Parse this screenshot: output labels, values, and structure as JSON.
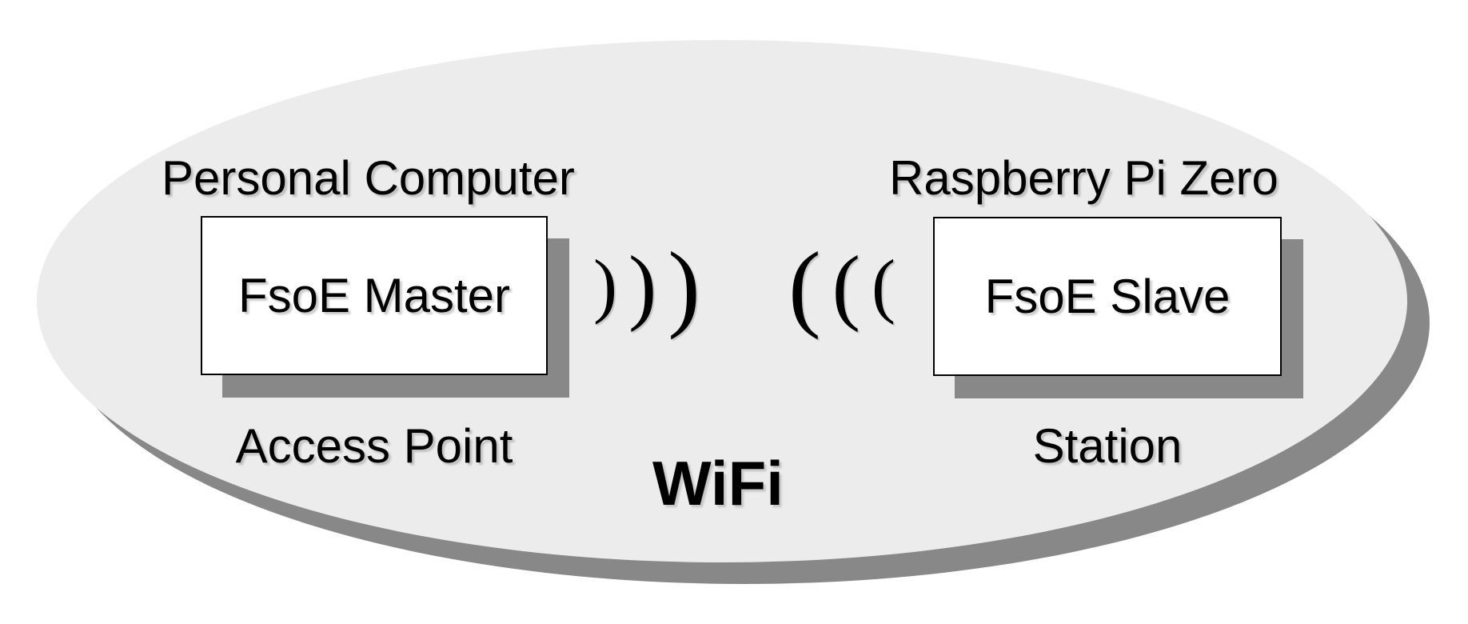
{
  "network": {
    "label": "WiFi"
  },
  "left_device": {
    "title": "Personal Computer",
    "box_label": "FsoE Master",
    "role": "Access Point"
  },
  "right_device": {
    "title": "Raspberry Pi Zero",
    "box_label": "FsoE Slave",
    "role": "Station"
  },
  "waves": {
    "left": [
      ")",
      ")",
      ")"
    ],
    "right": [
      "(",
      "(",
      "("
    ]
  },
  "colors": {
    "ellipse_fill": "#ececec",
    "shadow_gray": "#888888",
    "box_fill": "#ffffff",
    "box_border": "#000000",
    "text": "#000000"
  }
}
